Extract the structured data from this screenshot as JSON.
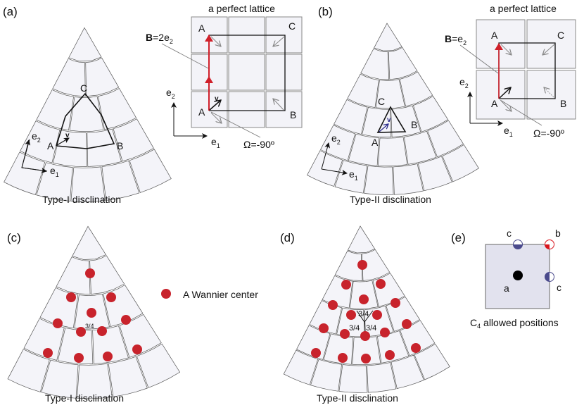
{
  "panels": {
    "a": {
      "label": "(a)",
      "caption": "Type-I disclination",
      "lattice_title": "a perfect lattice",
      "points": {
        "A": "A",
        "B": "B",
        "C": "C",
        "v": "v"
      },
      "burgers": "B",
      "burgers_eq": "=2e",
      "burgers_sub": "2",
      "omega": "Ω=-90º",
      "e1": "e",
      "e1_sub": "1",
      "e2": "e",
      "e2_sub": "2"
    },
    "b": {
      "label": "(b)",
      "caption": "Type-II disclination",
      "lattice_title": "a perfect lattice",
      "points": {
        "A": "A",
        "B": "B",
        "C": "C",
        "v": "v"
      },
      "burgers": "B",
      "burgers_eq": "=e",
      "burgers_sub": "2",
      "omega": "Ω=-90º",
      "e1": "e",
      "e1_sub": "1",
      "e2": "e",
      "e2_sub": "2"
    },
    "c": {
      "label": "(c)",
      "caption": "Type-I disclination",
      "fraction": "3/4",
      "legend": "A Wannier center"
    },
    "d": {
      "label": "(d)",
      "caption": "Type-II disclination",
      "fraction": "3/4"
    },
    "e": {
      "label": "(e)",
      "caption_main": "C",
      "caption_sub": "4",
      "caption_rest": " allowed positions",
      "sites": {
        "a": "a",
        "b": "b",
        "c": "c"
      }
    }
  },
  "colors": {
    "wannier": "#c8232c",
    "burgers_arrow": "#d0202a",
    "site_c": "#4a4a8c",
    "site_b": "#d8141c",
    "cell_fill": "#f4f4f9",
    "unit_cell_fill": "#e2e2ee"
  }
}
